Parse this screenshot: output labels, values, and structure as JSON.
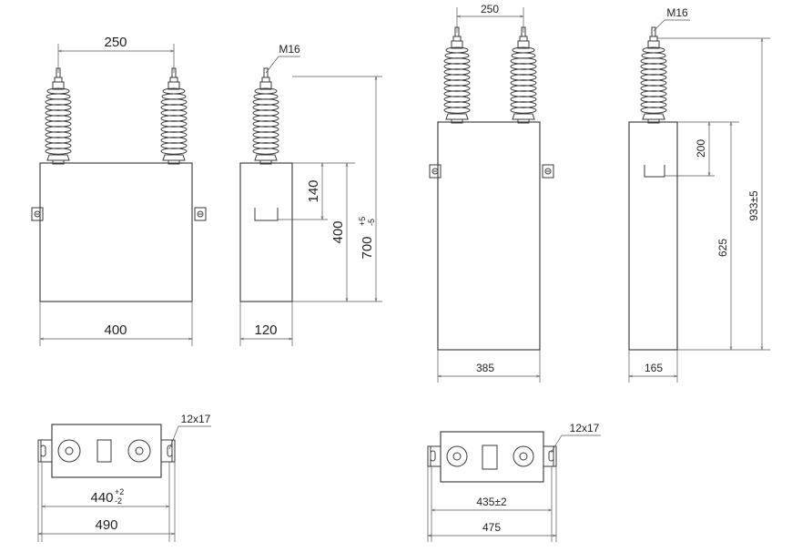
{
  "colors": {
    "line": "#3a3a3a",
    "background": "#ffffff"
  },
  "left_unit": {
    "front": {
      "terminal_spacing": "250",
      "width": "400"
    },
    "side": {
      "thread": "M16",
      "depth": "120",
      "h_140": "140",
      "h_400": "400",
      "h_total": "700",
      "h_total_tol_upper": "+5",
      "h_total_tol_lower": "-5"
    },
    "top": {
      "slot": "12x17",
      "hole_spacing": "440",
      "hole_spacing_tol_upper": "+2",
      "hole_spacing_tol_lower": "-2",
      "overall": "490"
    }
  },
  "right_unit": {
    "front": {
      "terminal_spacing": "250",
      "width": "385"
    },
    "side": {
      "thread": "M16",
      "depth": "165",
      "h_200": "200",
      "h_625": "625",
      "h_total": "933±5"
    },
    "top": {
      "slot": "12x17",
      "hole_spacing": "435±2",
      "overall": "475"
    }
  }
}
